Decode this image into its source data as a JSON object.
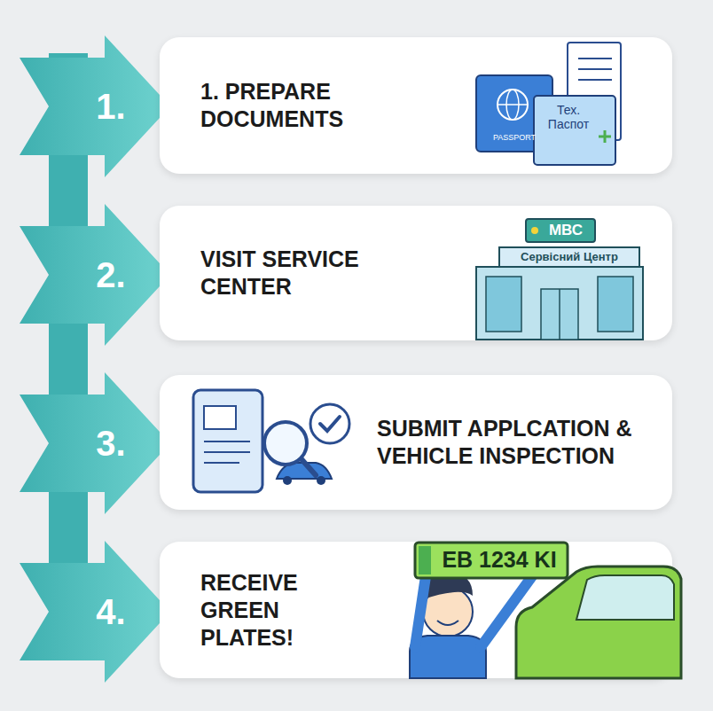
{
  "diagram": {
    "nodes": [
      {
        "text": [
          "1. PREPARE DOCUMENTS"
        ]
      },
      {
        "text": [
          "VISIT SERVICE CENTER"
        ]
      },
      {
        "text": [
          "SUBMIT APPLCATION & VEHICLE INSPECTION"
        ]
      },
      {
        "text": [
          "RECEIVE GREEN PLATES!"
        ]
      }
    ],
    "labels": [
      "1.",
      "2.",
      "3.",
      "4.",
      "PASSPORT",
      "Тех. Паспот",
      "МВС",
      "Сервісний Центр",
      "EB 1234 KI"
    ]
  }
}
